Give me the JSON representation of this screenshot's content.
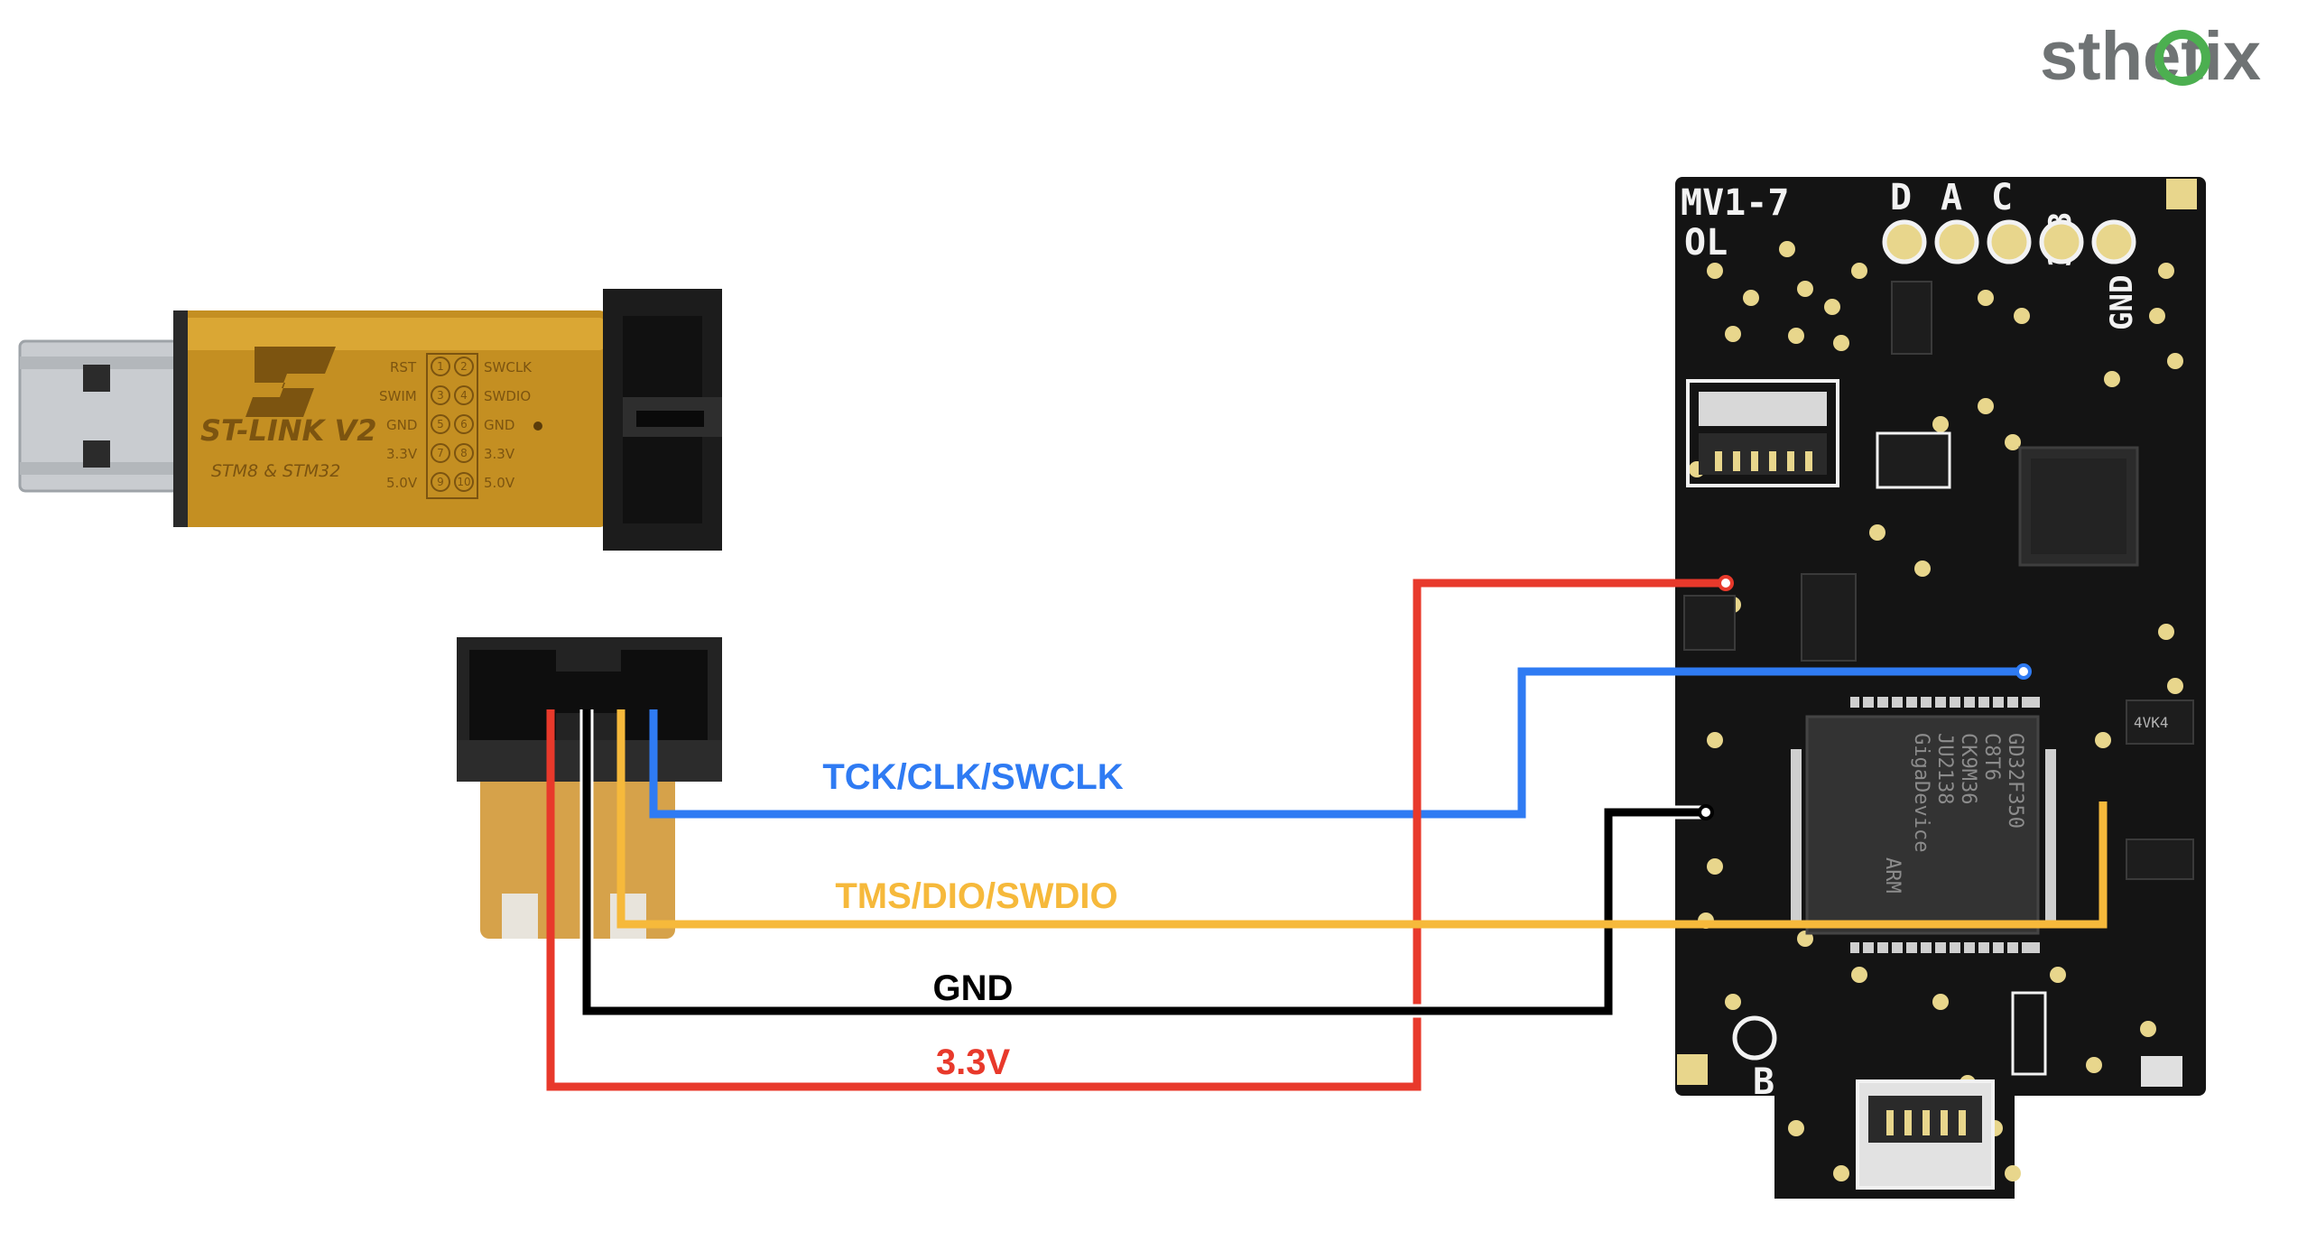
{
  "brand": {
    "text": "sthetix",
    "colors": {
      "gray": "#6f7374",
      "green": "#4caf50"
    }
  },
  "stlink": {
    "logo": "ST",
    "title": "ST-LINK V2",
    "subtitle": "STM8 & STM32",
    "pins_left": [
      "RST",
      "SWIM",
      "GND",
      "3.3V",
      "5.0V"
    ],
    "pins_right": [
      "SWCLK",
      "SWDIO",
      "GND",
      "3.3V",
      "5.0V"
    ],
    "pin_numbers": [
      "1",
      "2",
      "3",
      "4",
      "5",
      "6",
      "7",
      "8",
      "9",
      "10"
    ],
    "colors": {
      "body": "#c48f22",
      "body_light": "#e0ad3a",
      "usb": "#c9ccd0",
      "connector": "#1a1a1a"
    }
  },
  "board": {
    "header_text": "MV1-7",
    "sub_text": "OL",
    "top_pads": [
      "D",
      "A",
      "C"
    ],
    "vertical_labels": [
      "3V3",
      "GND"
    ],
    "bottom_label": "B",
    "chip_text": [
      "GD32F350",
      "C8T6",
      "CK9M36",
      "JU2138",
      "GigaDevice",
      "ARM"
    ],
    "small_chip_text": "4VK4",
    "colors": {
      "pcb": "#141414",
      "silk": "#f2f2f2",
      "pad": "#e8d68c"
    }
  },
  "wires": {
    "swclk": {
      "label": "TCK/CLK/SWCLK",
      "color": "#2f7bf3"
    },
    "swdio": {
      "label": "TMS/DIO/SWDIO",
      "color": "#f6b93b"
    },
    "gnd": {
      "label": "GND",
      "color": "#000000"
    },
    "v33": {
      "label": "3.3V",
      "color": "#e8392b"
    }
  }
}
